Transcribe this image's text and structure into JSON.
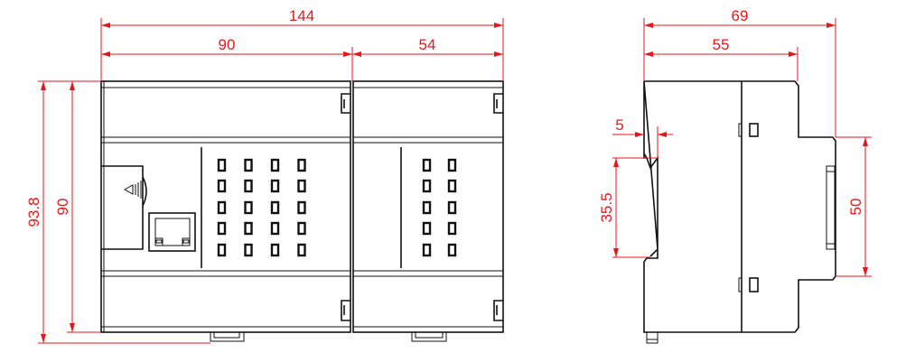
{
  "drawing": {
    "front_view": {
      "dimensions": {
        "overall_width": "144",
        "main_module_width": "90",
        "expansion_module_width": "54",
        "overall_height": "93.8",
        "body_height": "90"
      },
      "main_module_led_grid": {
        "columns": 4,
        "rows": 5
      },
      "expansion_module_led_grid": {
        "columns": 2,
        "rows": 5
      }
    },
    "side_view": {
      "dimensions": {
        "overall_depth": "69",
        "body_depth": "55",
        "rail_offset": "5",
        "din_rail_height": "35.5",
        "front_step_height": "50"
      }
    },
    "colors": {
      "outline": "#111111",
      "dimension": "#e8161b"
    }
  }
}
